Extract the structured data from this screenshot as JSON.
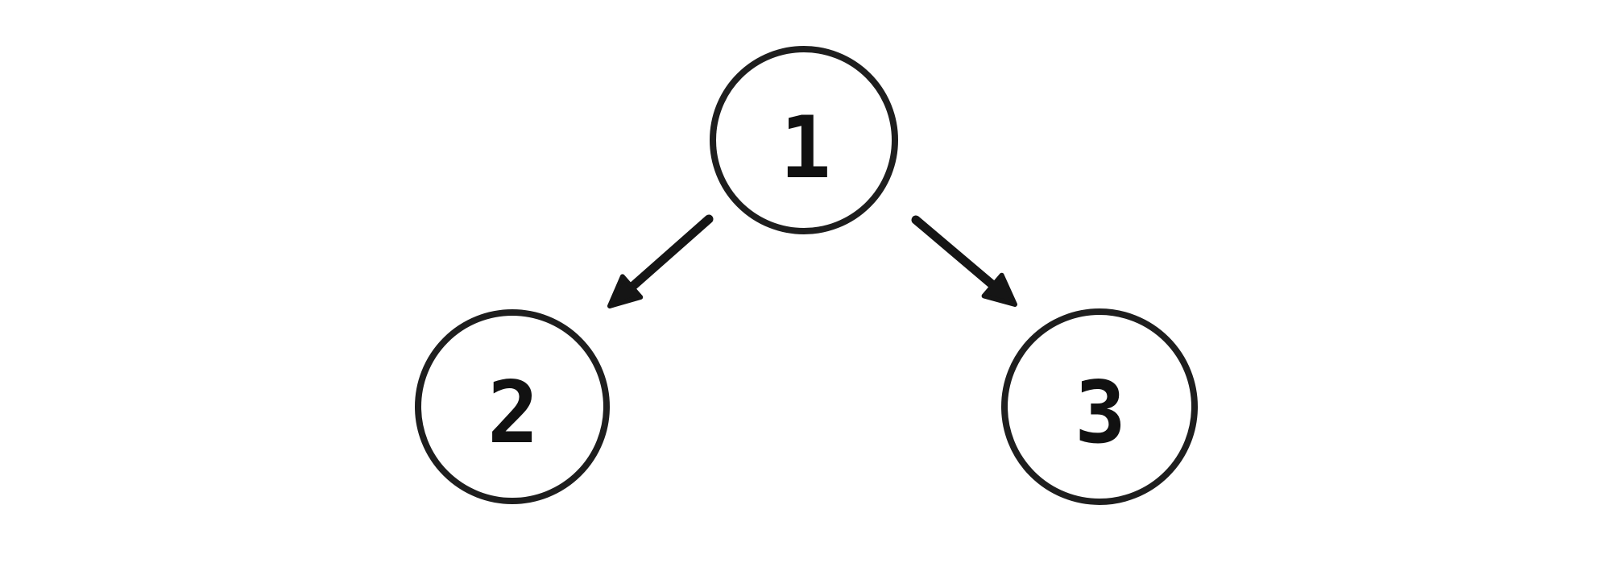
{
  "diagram": {
    "type": "tree",
    "background_color": "#ffffff",
    "node_stroke_color": "#1e1e1e",
    "node_fill_color": "#ffffff",
    "edge_color": "#151515",
    "label_color": "#111111",
    "nodes": [
      {
        "id": "1",
        "label": "1"
      },
      {
        "id": "2",
        "label": "2"
      },
      {
        "id": "3",
        "label": "3"
      }
    ],
    "edges": [
      {
        "from": "1",
        "to": "2"
      },
      {
        "from": "1",
        "to": "3"
      }
    ]
  }
}
